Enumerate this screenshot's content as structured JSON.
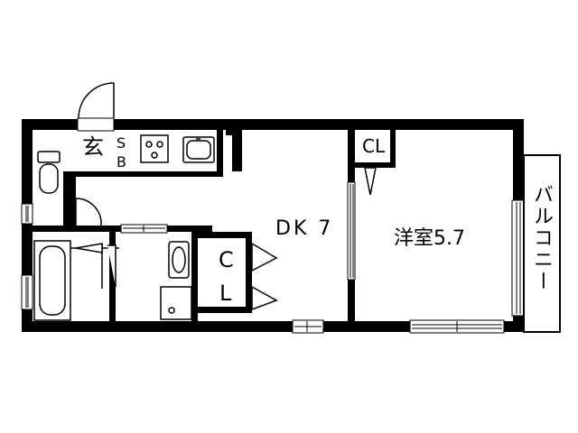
{
  "rooms": {
    "entrance": "玄",
    "shoe_box_s": "S",
    "shoe_box_b": "B",
    "dining_kitchen": "DK 7",
    "western_room": "洋室5.7",
    "closet_main_c": "C",
    "closet_main_l": "L",
    "closet_bedroom": "CL",
    "balcony": "バルコニー"
  },
  "colors": {
    "wall": "#000000",
    "background": "#ffffff",
    "line": "#000000"
  }
}
